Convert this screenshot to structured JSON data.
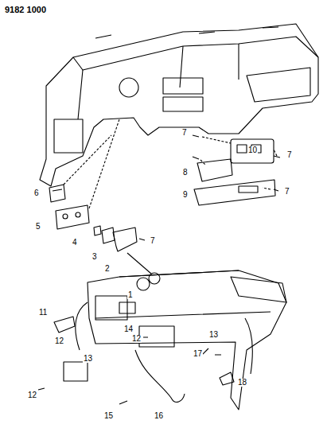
{
  "diagram": {
    "labels": [
      "9182 1000",
      "7",
      "10",
      "7",
      "8",
      "7",
      "9",
      "6",
      "5",
      "4",
      "3",
      "2",
      "7",
      "1",
      "11",
      "14",
      "12",
      "12",
      "13",
      "13",
      "17",
      "18",
      "12",
      "15",
      "16"
    ]
  }
}
